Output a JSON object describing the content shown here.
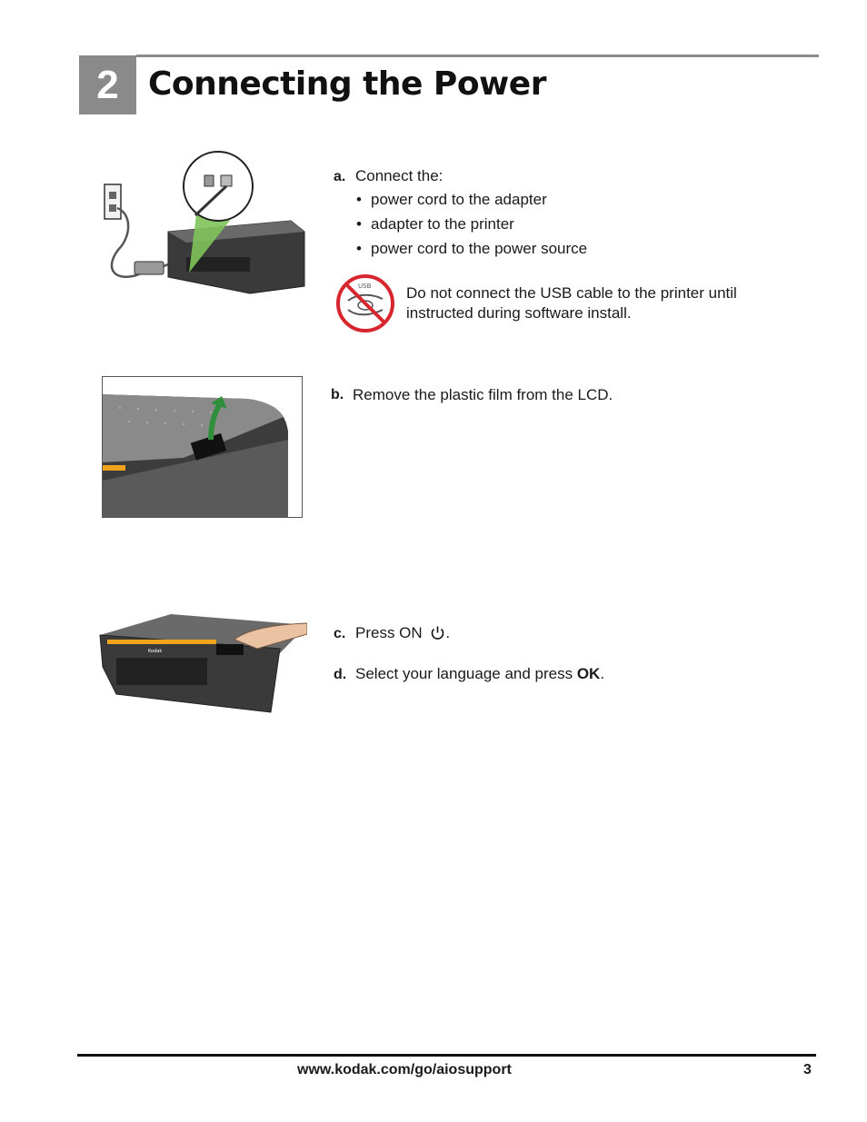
{
  "header": {
    "step_number": "2",
    "title": "Connecting the Power"
  },
  "step_a": {
    "label": "a.",
    "intro": "Connect the:",
    "bullets": [
      "power cord to the adapter",
      "adapter to the printer",
      "power cord to the power source"
    ],
    "usb_icon_text": "USB",
    "warning_line1": "Do not connect the USB cable to the printer until",
    "warning_line2": "instructed during software install."
  },
  "step_b": {
    "label": "b.",
    "text": "Remove the plastic film from the LCD."
  },
  "step_c": {
    "label": "c.",
    "text_before": "Press ON",
    "text_after": "."
  },
  "step_d": {
    "label": "d.",
    "text_before": "Select your language and press ",
    "bold": "OK",
    "text_after": "."
  },
  "footer": {
    "url": "www.kodak.com/go/aiosupport",
    "page_number": "3"
  }
}
